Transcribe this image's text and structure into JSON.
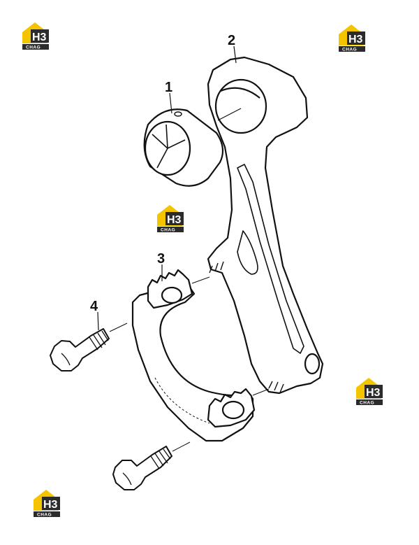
{
  "watermark": {
    "logo_text": "H3",
    "sub_text": "CHAG",
    "accent": "#f5c400",
    "dark": "#2b2b2b"
  },
  "callouts": [
    "1",
    "2",
    "3",
    "4"
  ],
  "colors": {
    "line": "#111111",
    "paper": "#ffffff"
  }
}
